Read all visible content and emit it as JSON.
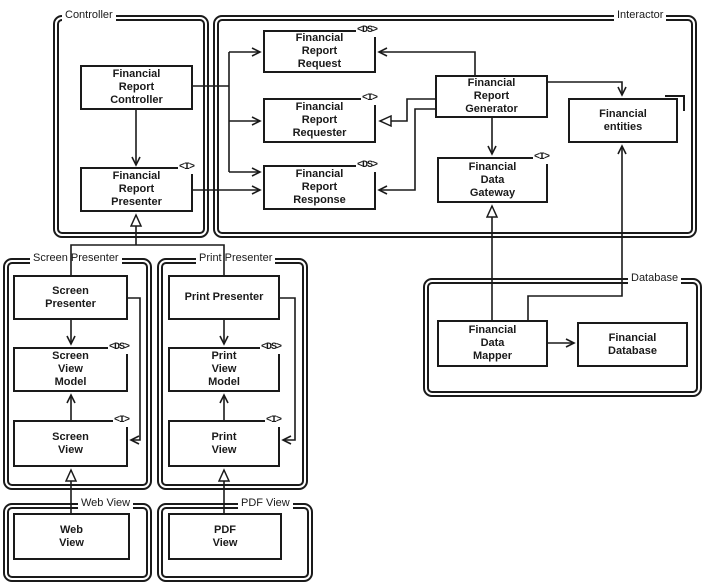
{
  "colors": {
    "line": "#1a1a1a",
    "background": "#ffffff"
  },
  "groups": {
    "controller": "Controller",
    "interactor": "Interactor",
    "screen_presenter": "Screen Presenter",
    "print_presenter": "Print Presenter",
    "web_view": "Web View",
    "pdf_view": "PDF View",
    "database": "Database"
  },
  "boxes": {
    "financial_report_controller": {
      "label": "Financial\nReport\nController"
    },
    "financial_report_presenter": {
      "label": "Financial\nReport\nPresenter",
      "marker": "<I>"
    },
    "financial_report_request": {
      "label": "Financial\nReport\nRequest",
      "marker": "<DS>"
    },
    "financial_report_requester": {
      "label": "Financial\nReport\nRequester",
      "marker": "<I>"
    },
    "financial_report_response": {
      "label": "Financial\nReport\nResponse",
      "marker": "<DS>"
    },
    "financial_report_generator": {
      "label": "Financial\nReport\nGenerator"
    },
    "financial_data_gateway": {
      "label": "Financial\nData\nGateway",
      "marker": "<I>"
    },
    "financial_entities": {
      "label": "Financial\nentities"
    },
    "financial_data_mapper": {
      "label": "Financial\nData\nMapper"
    },
    "financial_database": {
      "label": "Financial\nDatabase"
    },
    "screen_presenter": {
      "label": "Screen\nPresenter"
    },
    "screen_view_model": {
      "label": "Screen\nView\nModel",
      "marker": "<DS>"
    },
    "screen_view": {
      "label": "Screen\nView",
      "marker": "<I>"
    },
    "print_presenter": {
      "label": "Print Presenter"
    },
    "print_view_model": {
      "label": "Print\nView\nModel",
      "marker": "<DS>"
    },
    "print_view": {
      "label": "Print\nView",
      "marker": "<I>"
    },
    "web_view": {
      "label": "Web\nView"
    },
    "pdf_view": {
      "label": "PDF\nView"
    }
  }
}
